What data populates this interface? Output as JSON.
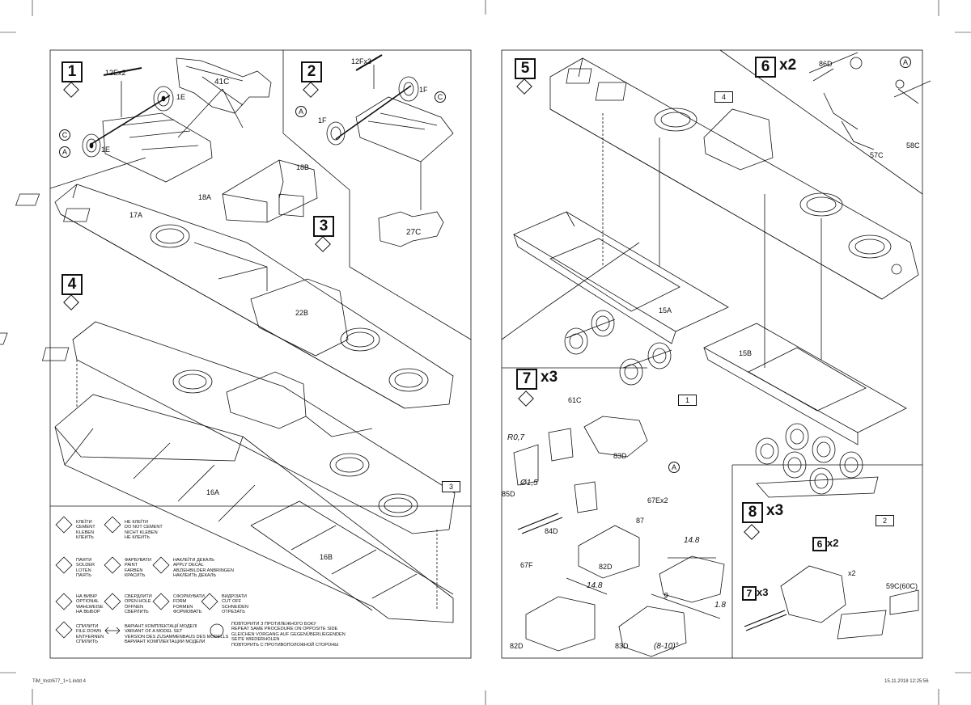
{
  "steps": {
    "s1": {
      "num": "1"
    },
    "s2": {
      "num": "2"
    },
    "s3": {
      "num": "3"
    },
    "s4": {
      "num": "4"
    },
    "s5": {
      "num": "5"
    },
    "s6": {
      "num": "6",
      "mult": "x2"
    },
    "s7": {
      "num": "7",
      "mult": "x3"
    },
    "s8": {
      "num": "8",
      "mult": "x3"
    }
  },
  "labels": {
    "p12Ex2": "12Ex2",
    "p41C": "41C",
    "p1E_a": "1E",
    "p1E_b": "1E",
    "p12Fx3": "12Fx3",
    "p1F_a": "1F",
    "p1F_b": "1F",
    "p27C": "27C",
    "p18B": "18B",
    "p18A": "18A",
    "p17A": "17A",
    "p22B": "22B",
    "p16A": "16A",
    "p16B": "16B",
    "p15A": "15A",
    "p15B": "15B",
    "p86D": "86D",
    "p57C": "57C",
    "p58C": "58C",
    "p61C": "61C",
    "pR07": "R0,7",
    "p15dia": "Ø1,5",
    "p85D": "85D",
    "p83D_a": "83D",
    "p84D": "84D",
    "p67F": "67F",
    "p67Ex2": "67Ex2",
    "p87": "87",
    "p82D_a": "82D",
    "p82D_b": "82D",
    "p83D_b": "83D",
    "d148a": "14.8",
    "d148b": "14.8",
    "d9": "9",
    "d18": "1.8",
    "d810": "(8-10)°",
    "p59C": "59C(60C)",
    "x2small": "x2",
    "circA": "A",
    "circC": "C",
    "b4": "4",
    "b1": "1",
    "b2": "2",
    "b3": "3"
  },
  "sub": {
    "six": "6",
    "sixm": "x2",
    "seven": "7",
    "sevenm": "x3"
  },
  "legend": [
    {
      "text": "КЛЕЇТИ\nCEMENT\nKLEBEN\nКЛЕИТЬ"
    },
    {
      "text": "НЕ КЛЕЇТИ\nDO NOT CEMENT\nNICHT KLEBEN\nНЕ КЛЕИТЬ"
    },
    {
      "text": "ПАЯТИ\nSOLDER\nLOTEN\nПАЯТЬ"
    },
    {
      "text": "ФАРБУВАТИ\nPAINT\nFARBEN\nКРАСИТЬ"
    },
    {
      "text": "НАКЛЕЇТИ ДЕКАЛЬ\nAPPLY DECAL\nABZIEHBILDER ANBRINGEN\nНАКЛЕИТЬ ДЕКАЛЬ"
    },
    {
      "text": "НА ВИБІР\nOPTIONAL\nWAHLWEISE\nНА ВЫБОР"
    },
    {
      "text": "СВЕРДЛИТИ\nOPEN HOLE\nÖFFNEN\nСВЕРЛИТЬ"
    },
    {
      "text": "СФОРМУВАТИ\nFORM\nFORMEN\nФОРМОВАТЬ"
    },
    {
      "text": "ВИДРІЗАТИ\nCUT OFF\nSCHNEIDEN\nОТРЕЗАТЬ"
    },
    {
      "text": "СПИЛИТИ\nFILE DOWN\nENTFERNEN\nСПИЛИТЬ"
    },
    {
      "text": "ВАРІАНТ КОМПЛЕКТАЦІЇ МОДЕЛІ\nVARIANT OF A MODEL SET\nVERSION DES ZUSAMMENBAUS DES MODELLS\nВАРИАНТ КОМПЛЕКТАЦИИ МОДЕЛИ"
    },
    {
      "text": "ПОВТОРИТИ З ПРОТИЛЕЖНОГО БОКУ\nREPEAT SAME PROCEDURE ON OPPOSITE SIDE\nGLEICHEN VORGANG AUF GEGENÜBERLIEGENDEN\nSEITE WIEDERHOLEN\nПОВТОРИТЬ С ПРОТИВОПОЛОЖНОЙ СТОРОНЫ"
    }
  ],
  "footer": {
    "left": "TiM_Inst/677_1+1.indd  4",
    "right": "15.11.2018   12:25:56"
  }
}
